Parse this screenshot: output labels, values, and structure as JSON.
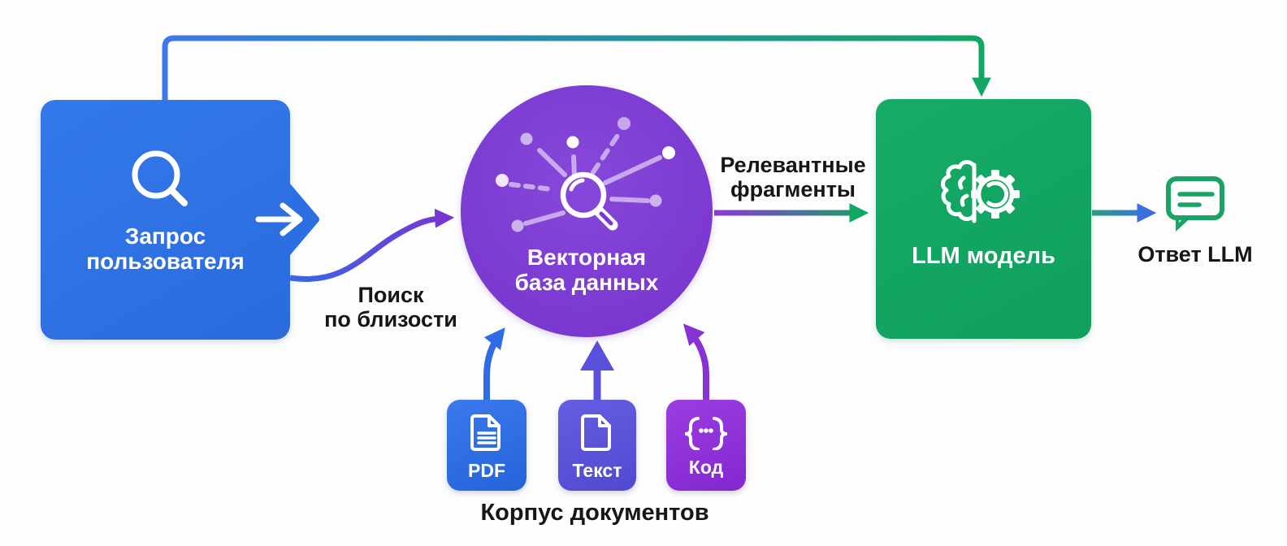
{
  "nodes": {
    "user_query": {
      "label": "Запрос пользователя",
      "icon": "search-icon",
      "color": "#2e72e4"
    },
    "vector_db": {
      "label_lines": [
        "Векторная",
        "база данных"
      ],
      "icon": "vector-search-scatter-icon",
      "color": "#7d3ed3"
    },
    "llm": {
      "label": "LLM модель",
      "icon": "brain-gear-icon",
      "color": "#12a563"
    },
    "llm_answer": {
      "label": "Ответ LLM",
      "icon": "chat-bubble-icon",
      "color": "#17a464"
    }
  },
  "edge_labels": {
    "proximity_search": {
      "lines": [
        "Поиск",
        "по близости"
      ]
    },
    "relevant_fragments": {
      "lines": [
        "Релевантные",
        "фрагменты"
      ]
    }
  },
  "corpus": {
    "caption": "Корпус документов",
    "cards": [
      {
        "label": "PDF",
        "icon": "pdf-document-icon",
        "color": "#2d6ce4"
      },
      {
        "label": "Текст",
        "icon": "blank-document-icon",
        "color": "#5a54d8"
      },
      {
        "label": "Код",
        "icon": "code-braces-icon",
        "color": "#8c33d6"
      }
    ]
  },
  "colors": {
    "arrow_blue": "#3a70dd",
    "arrow_purple": "#7636d4",
    "arrow_green": "#12a563",
    "arrow_indigo": "#5a50dc",
    "arrow_violet": "#8633d2",
    "text_dark": "#161616",
    "background": "#fdfdfe"
  }
}
